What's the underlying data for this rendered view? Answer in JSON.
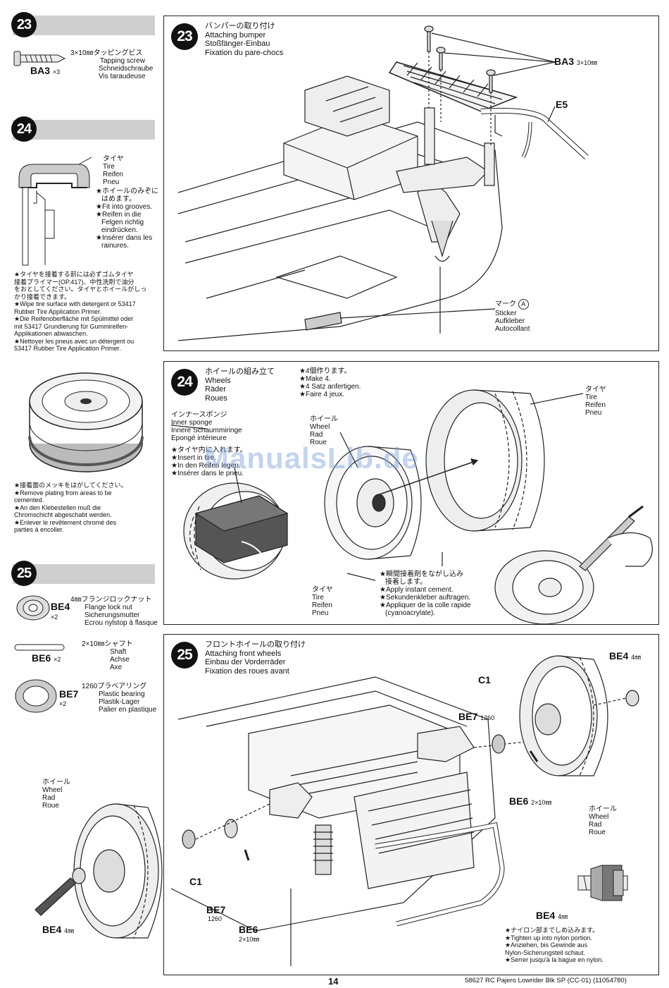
{
  "steps": {
    "s23": {
      "num": "23"
    },
    "s24": {
      "num": "24"
    },
    "s25": {
      "num": "25"
    }
  },
  "parts": {
    "ba3": {
      "code": "BA3",
      "qty": "×3",
      "spec": "3×10㎜タッピングビス",
      "en": "Tapping screw",
      "de": "Schneidschraube",
      "fr": "Vis taraudeuse"
    },
    "be4": {
      "code": "BE4",
      "qty": "×2",
      "spec": "4㎜フランジロックナット",
      "en": "Flange lock nut",
      "de": "Sicherungsmutter",
      "fr": "Ecrou nylstop à flasque"
    },
    "be6": {
      "code": "BE6",
      "qty": "×2",
      "spec": "2×10㎜シャフト",
      "en": "Shaft",
      "de": "Achse",
      "fr": "Axe"
    },
    "be7": {
      "code": "BE7",
      "qty": "×2",
      "spec": "1260プラベアリング",
      "en": "Plastic bearing",
      "de": "Plastik-Lager",
      "fr": "Palier en plastique"
    }
  },
  "left24": {
    "tire_label": [
      "タイヤ",
      "Tire",
      "Reifen",
      "Pneu"
    ],
    "fit_note": [
      "★ホイールのみぞに",
      "はめます。",
      "★Fit into grooves.",
      "★Reifen in die",
      "Felgen richtig",
      "eindrücken.",
      "★Insérer dans les",
      "rainures."
    ],
    "primer_note": [
      "★タイヤを接着する前には必ずゴムタイヤ",
      "接着プライマー(OP.417)、中性洗剤で油分",
      "をおとしてください。タイヤとホイールがしっ",
      "かり接着できます。",
      "★Wipe tire surface with detergent or 53417",
      "Rubber Tire Application Primer.",
      "★Die Reifenoberfläche mit Spülmittel oder",
      "mit 53417 Grundierung für Gummireifen-",
      "Applikationen abwaschen.",
      "★Nettoyer les pneus avec un détergent ou",
      "53417 Rubber Tire Application Primer."
    ],
    "plating_note": [
      "★接着面のメッキをはがしてください。",
      "★Remove plating from areas to be",
      "cemented.",
      "★An den Klebestellen muß die",
      "Chromschicht abgeschabt werden.",
      "★Enlever le revêtement chromé des",
      "parties à encoller."
    ]
  },
  "panel23": {
    "title": [
      "バンパーの取り付け",
      "Attaching bumper",
      "Stoßfänger-Einbau",
      "Fixation du pare-chocs"
    ],
    "ba3": "BA3",
    "ba3_spec": "3×10㎜",
    "e5": "E5",
    "sticker": [
      "マーク",
      "Sticker",
      "Aufkleber",
      "Autocollant"
    ],
    "sticker_mark": "A"
  },
  "panel24": {
    "title": [
      "ホイールの組み立て",
      "Wheels",
      "Räder",
      "Roues"
    ],
    "make4": [
      "★4個作ります。",
      "★Make 4.",
      "★4 Satz anfertigen.",
      "★Faire 4 jeux."
    ],
    "sponge": [
      "インナースポンジ",
      "Inner sponge",
      "Innere Schaummiringe",
      "Epongé intérieure"
    ],
    "sponge_note": [
      "★タイヤ内に入れます。",
      "★Insert in tire.",
      "★In den Reifen legen.",
      "★Insérer dans le pneu."
    ],
    "wheel": [
      "ホイール",
      "Wheel",
      "Rad",
      "Roue"
    ],
    "tire_right": [
      "タイヤ",
      "Tire",
      "Reifen",
      "Pneu"
    ],
    "tire_bottom": [
      "タイヤ",
      "Tire",
      "Reifen",
      "Pneu"
    ],
    "cement": [
      "★瞬間接着剤をながし込み",
      "接着します。",
      "★Apply instant cement.",
      "★Sekundenkleber auftragen.",
      "★Appliquer de la colle rapide",
      "(cyanoacrylate)."
    ]
  },
  "panel25": {
    "title": [
      "フロントホイールの取り付け",
      "Attaching front wheels",
      "Einbau der Vorderräder",
      "Fixation des roues avant"
    ],
    "be4_top": "BE4",
    "be4_top_spec": "4㎜",
    "c1_top": "C1",
    "be7_top": "BE7",
    "be7_top_spec": "1260",
    "be6_top": "BE6",
    "be6_top_spec": "2×10㎜",
    "wheel_right": [
      "ホイール",
      "Wheel",
      "Rad",
      "Roue"
    ],
    "wheel_left": [
      "ホイール",
      "Wheel",
      "Rad",
      "Roue"
    ],
    "c1_bot": "C1",
    "be7_bot": "BE7",
    "be7_bot_spec": "1260",
    "be6_bot": "BE6",
    "be6_bot_spec": "2×10㎜",
    "be4_bot": "BE4",
    "be4_bot_spec": "4㎜",
    "be4_right": "BE4",
    "be4_right_spec": "4㎜",
    "nylon_note": [
      "★ナイロン部までしめ込みます。",
      "★Tighten up into nylon portion.",
      "★Anziehen, bis Gewinde aus",
      "Nylon-Sicherungsteil schaut.",
      "★Serrer jusqu'à la bague en nylon."
    ]
  },
  "footer": {
    "page": "14",
    "model": "58627 RC Pajero Lowrider Blk SP (CC-01) (11054780)"
  },
  "watermark": "ManualsLib.de"
}
